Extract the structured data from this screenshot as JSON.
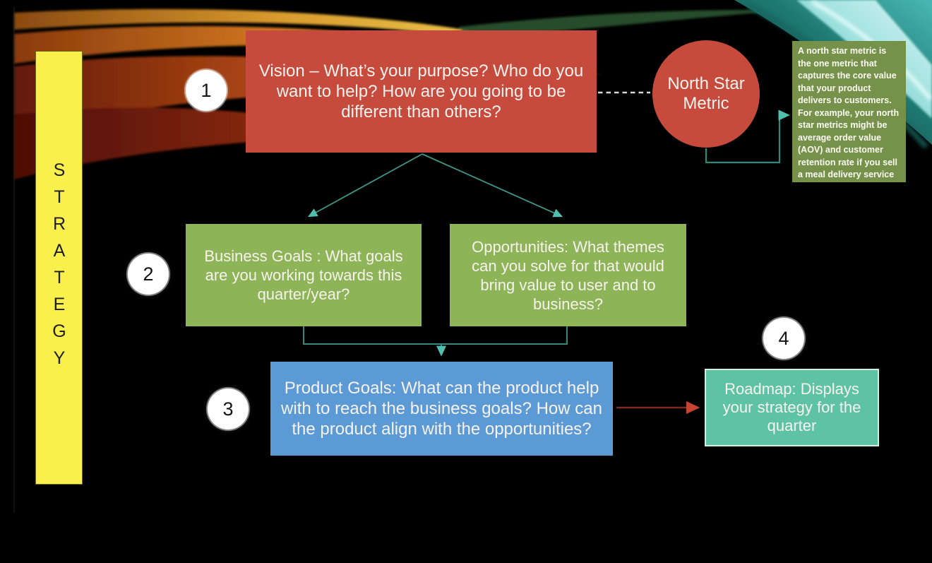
{
  "colors": {
    "background": "#000000",
    "red": "#c74b3c",
    "green": "#8db457",
    "olive": "#75914a",
    "blue": "#5b9ad5",
    "teal": "#5ec2a4",
    "yellow": "#f9f04b",
    "line-teal": "#2f8a7d",
    "arrow-teal": "#4fc0b0",
    "line-red": "#7e2a22",
    "arrow-red": "#c54432",
    "dash-white": "#d8d8d8"
  },
  "strategy_bar": {
    "label": "STRATEGY"
  },
  "markers": [
    {
      "label": "1"
    },
    {
      "label": "2"
    },
    {
      "label": "3"
    },
    {
      "label": "4"
    }
  ],
  "nodes": {
    "vision": {
      "text": "Vision – What’s your purpose? Who do you want to help? How are you going to be different than others?"
    },
    "north_star": {
      "text": "North Star Metric"
    },
    "north_star_note": {
      "text": "A north star metric is the one metric that captures the core value that your product delivers to customers. For example, your north star metrics might be average order value (AOV) and customer retention rate if you sell a meal delivery service"
    },
    "business_goals": {
      "text": "Business Goals : What goals are you working towards this quarter/year?"
    },
    "opportunities": {
      "text": "Opportunities: What themes can you solve for that would bring value to user and to business?"
    },
    "product_goals": {
      "text": "Product Goals: What can the product help with to reach the business goals? How can the product align with the opportunities?"
    },
    "roadmap": {
      "text": "Roadmap: Displays your strategy for the quarter"
    }
  }
}
